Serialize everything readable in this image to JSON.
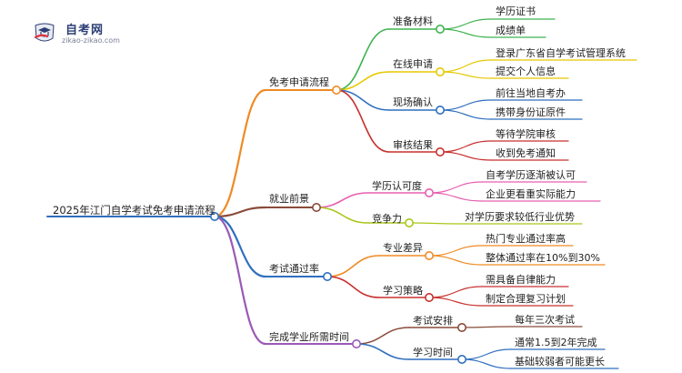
{
  "logo": {
    "title": "自考网",
    "subtitle": "zikao-zikao.com"
  },
  "root": "2025年江门自学考试免考申请流程",
  "branches": [
    {
      "label": "免考申请流程",
      "color": "#f08a24",
      "children": [
        {
          "label": "准备材料",
          "color": "#3fb34f",
          "items": [
            "学历证书",
            "成绩单"
          ]
        },
        {
          "label": "在线申请",
          "color": "#e6c800",
          "items": [
            "登录广东省自学考试管理系统",
            "提交个人信息"
          ]
        },
        {
          "label": "现场确认",
          "color": "#2f6fbf",
          "items": [
            "前往当地自考办",
            "携带身份证原件"
          ]
        },
        {
          "label": "审核结果",
          "color": "#c8312f",
          "items": [
            "等待学院审核",
            "收到免考通知"
          ]
        }
      ]
    },
    {
      "label": "就业前景",
      "color": "#8a4b3a",
      "children": [
        {
          "label": "学历认可度",
          "color": "#e85fb0",
          "items": [
            "自考学历逐渐被认可",
            "企业更看重实际能力"
          ]
        },
        {
          "label": "竞争力",
          "color": "#a8c81a",
          "items": [
            "对学历要求较低行业优势"
          ]
        }
      ]
    },
    {
      "label": "考试通过率",
      "color": "#2f6fbf",
      "children": [
        {
          "label": "专业差异",
          "color": "#f08a24",
          "items": [
            "热门专业通过率高",
            "整体通过率在10%到30%"
          ]
        },
        {
          "label": "学习策略",
          "color": "#c8312f",
          "items": [
            "需具备自律能力",
            "制定合理复习计划"
          ]
        }
      ]
    },
    {
      "label": "完成学业所需时间",
      "color": "#9b59b6",
      "children": [
        {
          "label": "考试安排",
          "color": "#8a4b3a",
          "items": [
            "每年三次考试"
          ]
        },
        {
          "label": "学习时间",
          "color": "#2f6fbf",
          "items": [
            "通常1.5到2年完成",
            "基础较弱者可能更长"
          ]
        }
      ]
    }
  ]
}
